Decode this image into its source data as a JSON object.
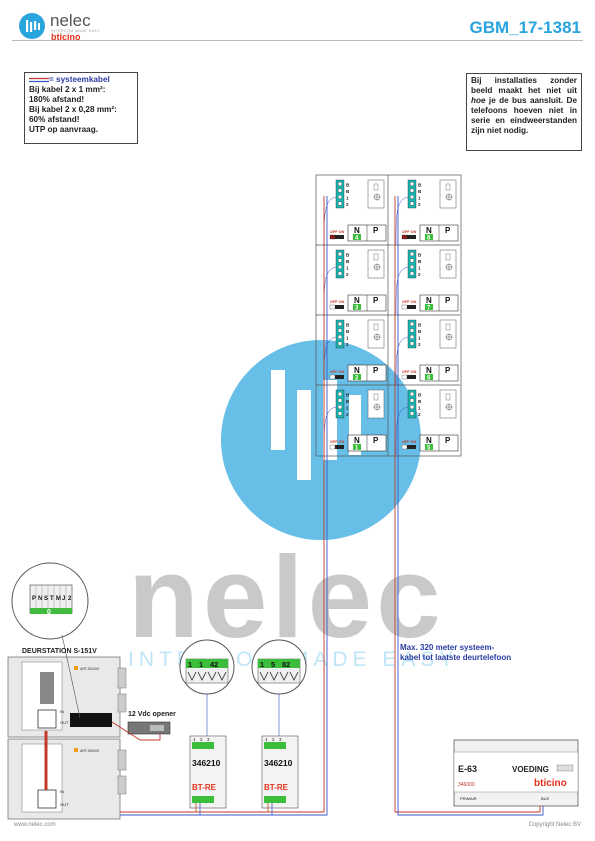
{
  "header": {
    "brand": "nelec",
    "brand_sub": "INTERCOM MADE EASY",
    "partner": "bticino",
    "code": "GBM_17-1381"
  },
  "note_left": {
    "legend": "= systeemkabel",
    "lines": [
      "Bij kabel 2 x 1 mm²:",
      "180% afstand!",
      "Bij kabel 2 x 0,28 mm²:",
      "60% afstand!",
      "UTP op aanvraag."
    ]
  },
  "note_right": {
    "text_a": "Bij installaties zonder beeld maakt het niet uit ",
    "text_em": "hoe",
    "text_b": " je de bus aansluit. De telefoons hoeven niet in serie en eindweerstanden zijn niet nodig."
  },
  "phones": {
    "terminal_labels": [
      "2",
      "1",
      "B",
      "B"
    ],
    "toggle_label": "OFF ON",
    "n_label": "N",
    "p_label": "P",
    "grid": [
      {
        "n": "4",
        "p": "8"
      },
      {
        "n": "3",
        "p": "7"
      },
      {
        "n": "2",
        "p": "6"
      },
      {
        "n": "1",
        "p": "5"
      }
    ]
  },
  "station": {
    "title": "DEURSTATION S-151V",
    "zoom_labels": [
      "P",
      "N",
      "S",
      "T",
      "M",
      "J",
      "2"
    ],
    "zoom_value": "0",
    "module1": "ART.351000",
    "module2": "ART.352000",
    "in_label": "IN",
    "out_label": "OUT"
  },
  "opener_label": "12 Vdc opener",
  "interfaces": [
    {
      "model": "346210",
      "zoom_labels": [
        "1",
        "1",
        "42"
      ],
      "label": "BT-RE"
    },
    {
      "model": "346210",
      "zoom_labels": [
        "1",
        "5",
        "82"
      ],
      "label": "BT-RE"
    }
  ],
  "interface_terminals": [
    "1",
    "2",
    "3"
  ],
  "power": {
    "name": "E-63",
    "label": "VOEDING",
    "model": "346000",
    "brand": "bticino",
    "prim_label": "PRIMAIR",
    "bus_label": "BUS"
  },
  "distance_note": [
    "Max. 320 meter systeem-",
    "kabel tot laatste deurtelefoon"
  ],
  "watermark": {
    "big": "nelec",
    "sub": "INTERCOM MADE EASY"
  },
  "footer": {
    "left": "www.nelec.com",
    "right": "Copyright Nelec BV"
  },
  "colors": {
    "accent": "#2aa4dc",
    "terminal": "#16b4b0",
    "green": "#3cbe3c",
    "wire_red": "#c0392b",
    "wire_blue": "#3a57c4"
  }
}
